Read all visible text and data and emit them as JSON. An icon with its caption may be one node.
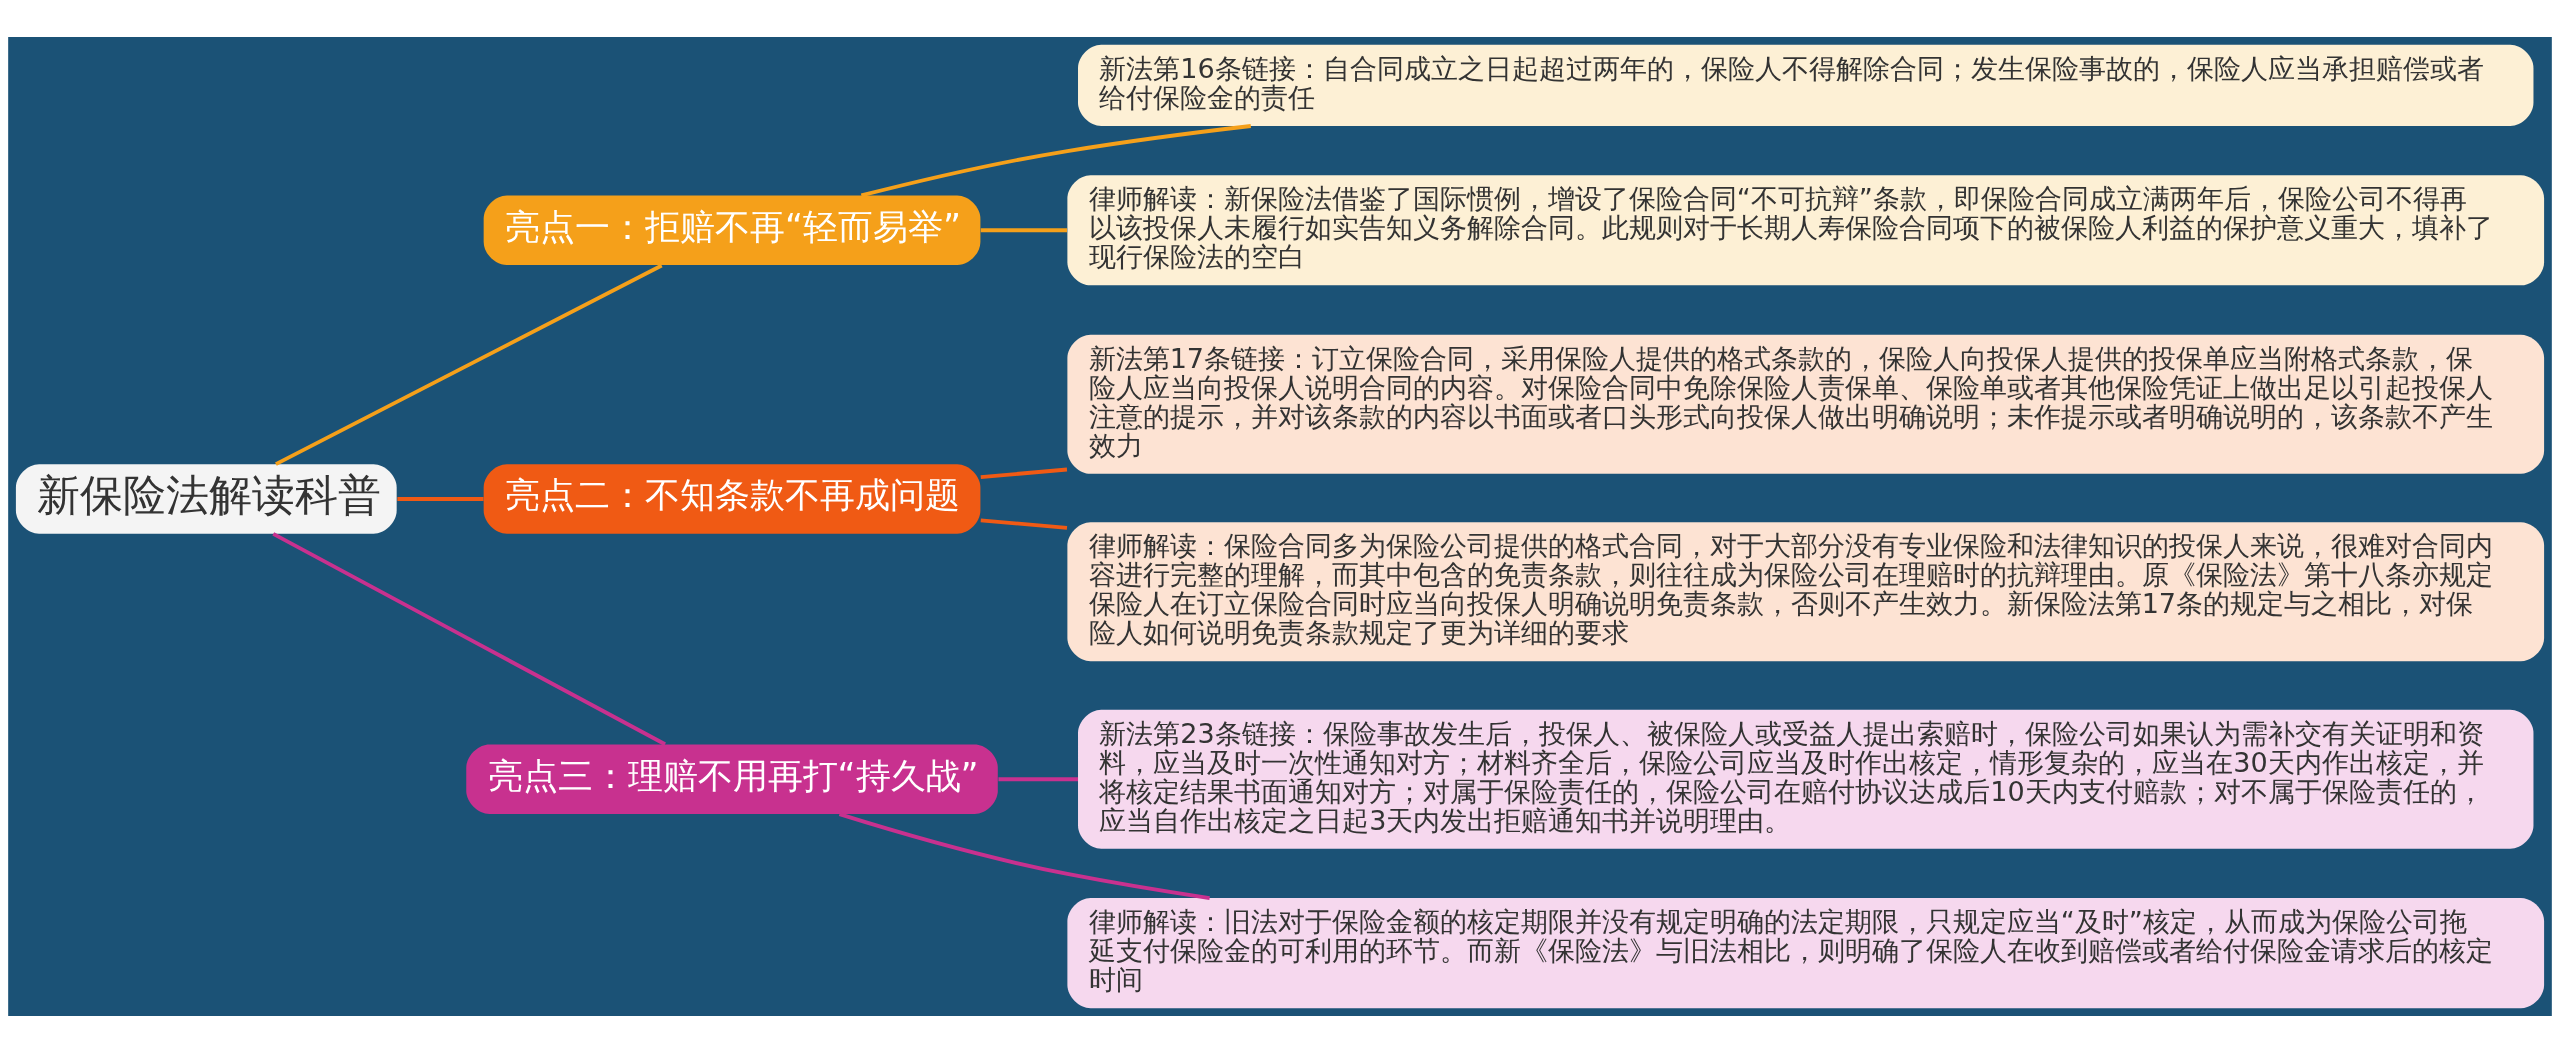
{
  "diagram": {
    "nodes": [
      {
        "text": [
          "新保险法解读科普"
        ]
      },
      {
        "text": [
          "亮点一：拒赔不再“轻而易举”"
        ]
      },
      {
        "text": [
          "新法第16条链接：自合同成立之日起超过两年的，保险人不得解除合同；发生保险事故的，保险人应当承担赔偿或者给付保险金的责任"
        ]
      },
      {
        "text": [
          "律师解读：新保险法借鉴了国际惯例，增设了保险合同“不可抗辩”条款，即保险合同成立满两年后，保险公司不得再以该投保人未履行如实告知义务解除合同。此规则对于长期人寿保险合同项下的被保险人利益的保护意义重大，填补了现行保险法的空白"
        ]
      },
      {
        "text": [
          "亮点二：不知条款不再成问题"
        ]
      },
      {
        "text": [
          "新法第17条链接：订立保险合同，采用保险人提供的格式条款的，保险人向投保人提供的投保单应当附格式条款，保险人应当向投保人说明合同的内容。对保险合同中免除保险人责保单、保险单或者其他保险凭证上做出足以引起投保人注意的提示，并对该条款的内容以书面或者口头形式向投保人做出明确说明；未作提示或者明确说明的，该条款不产生效力"
        ]
      },
      {
        "text": [
          "律师解读：保险合同多为保险公司提供的格式合同，对于大部分没有专业保险和法律知识的投保人来说，很难对合同内容进行完整的理解，而其中包含的免责条款，则往往成为保险公司在理赔时的抗辩理由。原《保险法》第十八条亦规定保险人在订立保险合同时应当向投保人明确说明免责条款，否则不产生效力。新保险法第17条的规定与之相比，对保险人如何说明免责条款规定了更为详细的要求"
        ]
      },
      {
        "text": [
          "亮点三：理赔不用再打“持久战”"
        ]
      },
      {
        "text": [
          "新法第23条链接：保险事故发生后，投保人、被保险人或受益人提出索赔时，保险公司如果认为需补交有关证明和资料，应当及时一次性通知对方；材料齐全后，保险公司应当及时作出核定，情形复杂的，应当在30天内作出核定，并将核定结果书面通知对方；对属于保险责任的，保险公司在赔付协议达成后10天内支付赔款；对不属于保险责任的，应当自作出核定之日起3天内发出拒赔通知书并说明理由。"
        ]
      },
      {
        "text": [
          "律师解读：旧法对于保险金额的核定期限并没有规定明确的法定期限，只规定应当“及时”核定，从而成为保险公司拖延支付保险金的可利用的环节。而新《保险法》与旧法相比，则明确了保险人在收到赔偿或者给付保险金请求后的核定时间"
        ]
      }
    ],
    "edges": [
      {
        "from": 0,
        "to": 1,
        "arrow": "none",
        "color": "#f5a01a"
      },
      {
        "from": 1,
        "to": 2,
        "arrow": "none",
        "color": "#f5a01a"
      },
      {
        "from": 1,
        "to": 3,
        "arrow": "none",
        "color": "#f5a01a"
      },
      {
        "from": 0,
        "to": 4,
        "arrow": "none",
        "color": "#f05a14"
      },
      {
        "from": 4,
        "to": 5,
        "arrow": "none",
        "color": "#f05a14"
      },
      {
        "from": 4,
        "to": 6,
        "arrow": "none",
        "color": "#f05a14"
      },
      {
        "from": 0,
        "to": 7,
        "arrow": "none",
        "color": "#c8318f"
      },
      {
        "from": 7,
        "to": 8,
        "arrow": "none",
        "color": "#c8318f"
      },
      {
        "from": 7,
        "to": 9,
        "arrow": "none",
        "color": "#c8318f"
      }
    ]
  }
}
